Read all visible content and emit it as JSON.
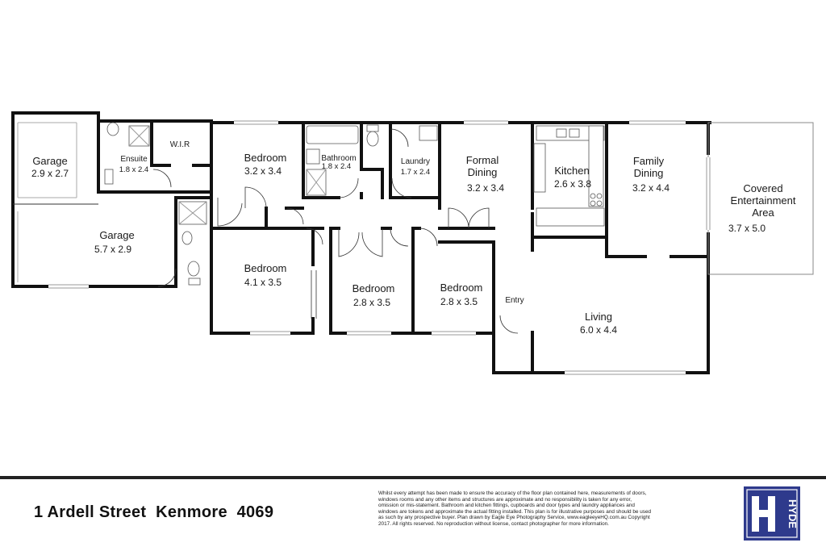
{
  "rooms": [
    {
      "id": "garage-1",
      "name": "Garage",
      "size": "2.9 x 2.7"
    },
    {
      "id": "ensuite",
      "name": "Ensuite",
      "size": "1.8 x 2.4"
    },
    {
      "id": "wir",
      "name": "W.I.R",
      "size": ""
    },
    {
      "id": "bedroom-1",
      "name": "Bedroom",
      "size": "3.2 x 3.4"
    },
    {
      "id": "bathroom",
      "name": "Bathroom",
      "size": "1.8 x 2.4"
    },
    {
      "id": "laundry",
      "name": "Laundry",
      "size": "1.7 x 2.4"
    },
    {
      "id": "formal-dining",
      "name": "Formal\nDining",
      "size": "3.2 x 3.4"
    },
    {
      "id": "kitchen",
      "name": "Kitchen",
      "size": "2.6 x 3.8"
    },
    {
      "id": "family-dining",
      "name": "Family\nDining",
      "size": "3.2 x 4.4"
    },
    {
      "id": "covered-area",
      "name": "Covered\nEntertainment\nArea",
      "size": "3.7 x 5.0"
    },
    {
      "id": "garage-2",
      "name": "Garage",
      "size": "5.7 x 2.9"
    },
    {
      "id": "bedroom-2",
      "name": "Bedroom",
      "size": "4.1 x 3.5"
    },
    {
      "id": "bedroom-3",
      "name": "Bedroom",
      "size": "2.8 x 3.5"
    },
    {
      "id": "bedroom-4",
      "name": "Bedroom",
      "size": "2.8 x 3.5"
    },
    {
      "id": "entry",
      "name": "Entry",
      "size": ""
    },
    {
      "id": "living",
      "name": "Living",
      "size": "6.0 x 4.4"
    }
  ],
  "footer": {
    "address": "1 Ardell Street  Kenmore  4069",
    "disclaimer": "Whilst every attempt has been made to ensure the accuracy of the floor plan contained here, measurements of doors, windows rooms and any other items and structures are approximate and no responsibility is taken for any error, omission or mis-statement. Bathroom and kitchen fittings, cupboards and door types and laundry appliances and windows are tokens and approximate the actual fitting installed. This plan is for illustrative purposes and should be used as such by any prospective buyer. Plan drawn by Eagle Eye Photography Service, www.eagleeyeHQ.com.au Copyright 2017. All rights reserved. No reproduction without license, contact photographer for more information.",
    "logo_text": "HYDE",
    "logo_color": "#2e3a8c"
  }
}
